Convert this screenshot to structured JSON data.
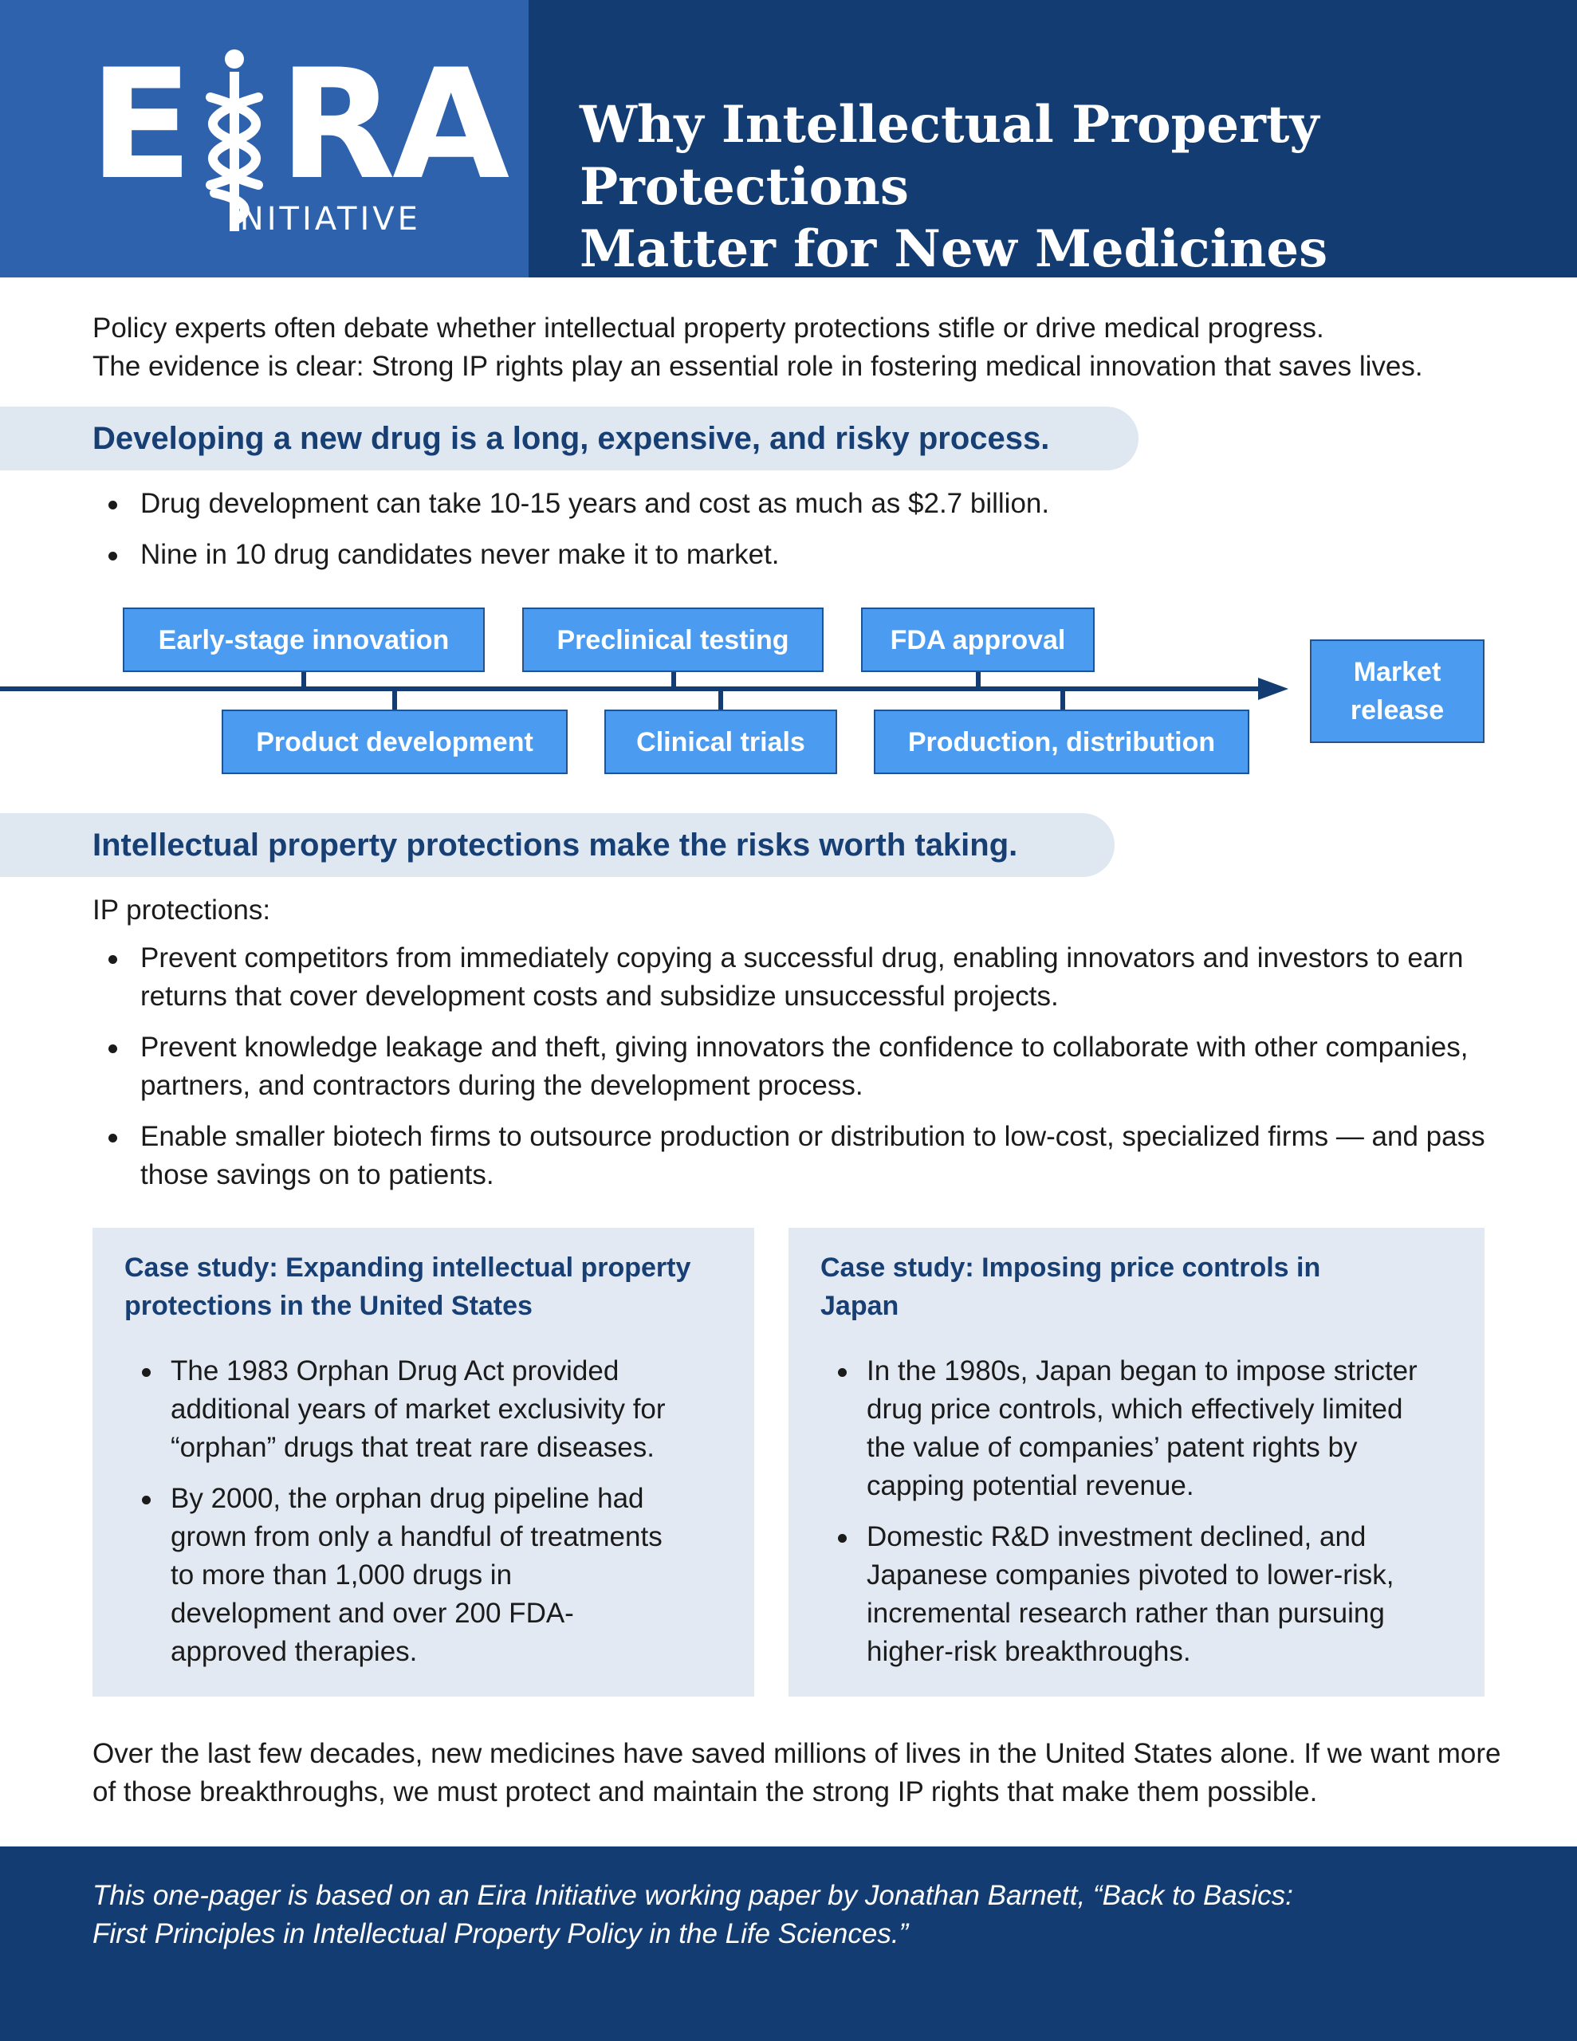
{
  "header": {
    "logo_text": "EIRA",
    "logo_subtitle": "INITIATIVE",
    "title_line1": "Why Intellectual Property Protections",
    "title_line2": "Matter for New Medicines"
  },
  "intro": {
    "line1": "Policy experts often debate whether intellectual property protections stifle or drive medical progress.",
    "line2": "The evidence is clear: Strong IP rights play an essential role in fostering medical innovation that saves lives."
  },
  "section1": {
    "heading": "Developing a new drug is a long, expensive, and risky process.",
    "bullets": [
      "Drug development can take 10-15 years and cost as much as $2.7 billion.",
      "Nine in 10 drug candidates never make it to market."
    ]
  },
  "timeline": {
    "top": [
      "Early-stage innovation",
      "Preclinical testing",
      "FDA approval"
    ],
    "bottom": [
      "Product development",
      "Clinical trials",
      "Production, distribution"
    ],
    "end": "Market release"
  },
  "section2": {
    "heading": "Intellectual property protections make the risks worth taking.",
    "lead": "IP protections:",
    "bullets": [
      "Prevent competitors from immediately copying a successful drug, enabling innovators and investors to earn returns that cover development costs and subsidize unsuccessful projects.",
      "Prevent knowledge leakage and theft, giving innovators the confidence to collaborate with other companies, partners, and contractors during the development process.",
      "Enable smaller biotech firms to outsource production or distribution to low-cost, specialized firms — and pass those savings on to patients."
    ]
  },
  "case_us": {
    "title": "Case study: Expanding intellectual property protections in the United States",
    "bullets": [
      "The 1983 Orphan Drug Act provided additional years of market exclusivity for “orphan” drugs that treat rare diseases.",
      "By 2000, the orphan drug pipeline had grown from only a handful of treatments to more than 1,000 drugs in development and over 200 FDA-approved therapies."
    ]
  },
  "case_japan": {
    "title": "Case study: Imposing price controls in Japan",
    "bullets": [
      "In the 1980s, Japan began to impose stricter drug price controls, which effectively limited the value of companies’ patent rights by capping potential revenue.",
      "Domestic R&D investment declined, and Japanese companies pivoted to lower-risk, incremental research rather than pursuing higher-risk breakthroughs."
    ]
  },
  "closing": "Over the last few decades, new medicines have saved millions of lives in the United States alone. If we want more of those breakthroughs, we must protect and maintain the strong IP rights that make them possible.",
  "footer": {
    "line1": "This one-pager is based on an Eira Initiative working paper by Jonathan Barnett, “Back to Basics:",
    "line2": "First Principles in Intellectual Property Policy in the Life Sciences.”"
  },
  "colors": {
    "navy": "#133d72",
    "blue": "#2f62ad",
    "box_blue": "#4b9cf0",
    "banner": "#dfe7f1"
  }
}
